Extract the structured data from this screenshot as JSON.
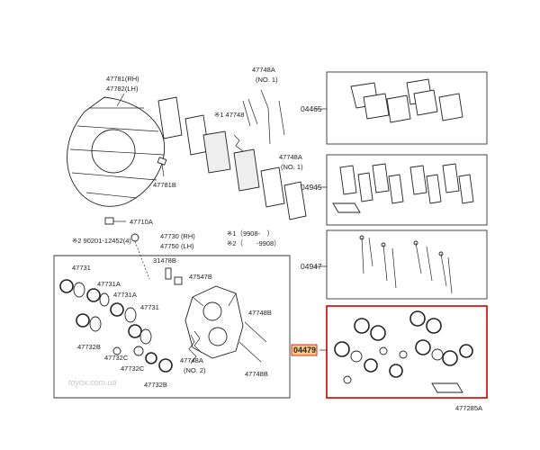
{
  "diagram": {
    "labels": {
      "dust_shield": "47781(RH)",
      "dust_shield_lh": "47782(LH)",
      "shield_bolt": "47781B",
      "shim_a": "47748A",
      "shim_a_note1": "(NO. 1)",
      "shim_b_note": "※1 47748",
      "shim_c": "47748A",
      "shim_c_note": "(NO. 1)",
      "bleeder": "47710A",
      "bleeder_cap": "※2 90201-12452(4)",
      "caliper_rh": "47730 (RH)",
      "caliper_lh": "47750 (LH)",
      "bolt": "31478B",
      "plug": "47547B",
      "piston1": "47731",
      "seal1": "47731A",
      "seal2": "47731A",
      "piston2": "47731",
      "boot1": "47732B",
      "boot2": "47732C",
      "boot3": "47732C",
      "boot4": "47732B",
      "spring_a": "47748A",
      "spring_a_note": "(NO. 2)",
      "pin1": "47748B",
      "pin2": "47748B"
    },
    "notes": {
      "n1": "※1（9908-　）",
      "n2": "※2（　　-9908）"
    },
    "kits": {
      "pads": "04465",
      "shims": "04945",
      "fittings": "04947",
      "cylinder": "04479"
    },
    "watermark": "toyox.com.ua",
    "figure_id": "477285A"
  },
  "colors": {
    "highlight": "#cc0000",
    "highlight_fill": "#ffcc88"
  }
}
